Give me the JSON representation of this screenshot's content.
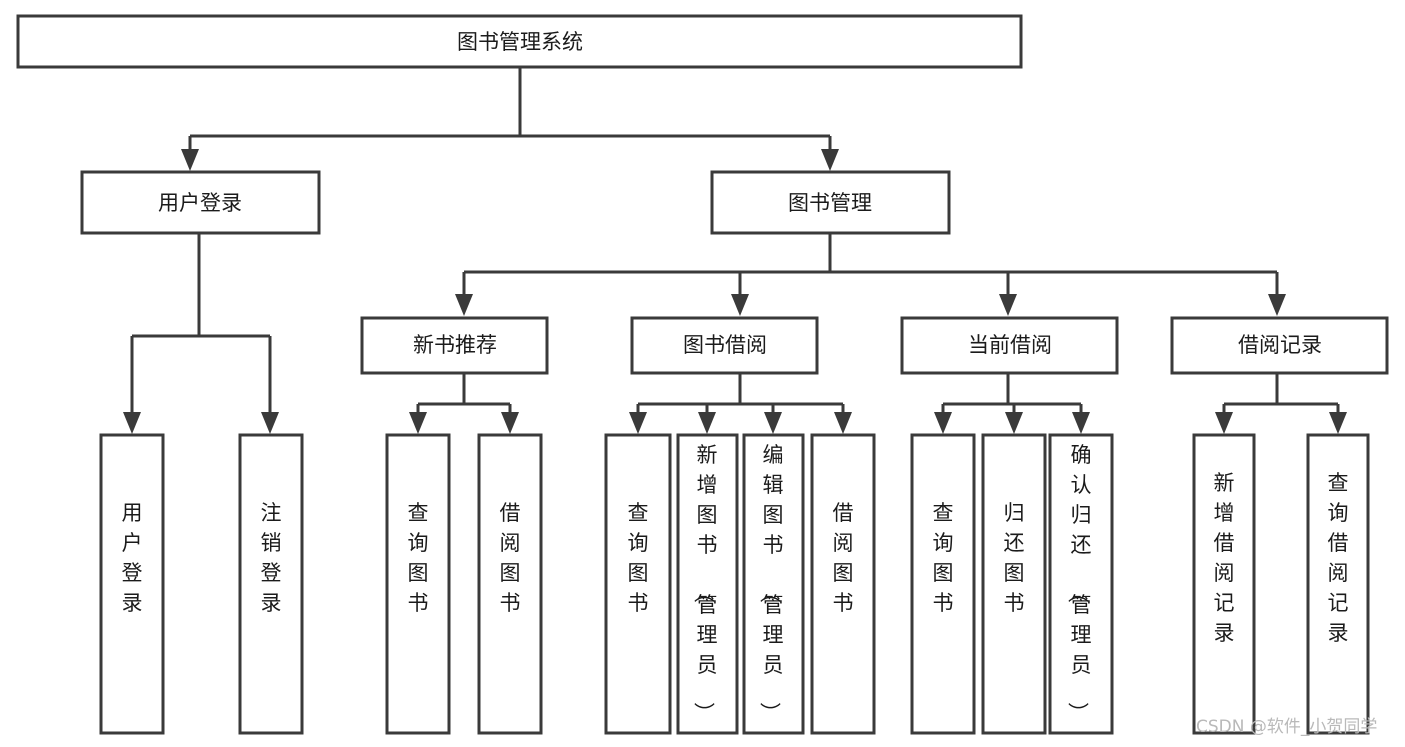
{
  "diagram": {
    "title": "图书管理系统",
    "type": "tree-hierarchy-diagram",
    "orientation": "top-down",
    "colors": {
      "box_stroke": "#3a3a3a",
      "box_fill": "#ffffff",
      "connector": "#3a3a3a",
      "text": "#1b1b1b",
      "background": "#ffffff",
      "watermark": "#b9b9b9"
    },
    "root": {
      "id": "root",
      "label": "图书管理系统",
      "orientation": "horizontal"
    },
    "level2": [
      {
        "id": "user-login",
        "label": "用户登录",
        "orientation": "horizontal"
      },
      {
        "id": "book-manage",
        "label": "图书管理",
        "orientation": "horizontal"
      }
    ],
    "level3": [
      {
        "id": "new-book-recommend",
        "label": "新书推荐",
        "orientation": "horizontal",
        "parent": "book-manage"
      },
      {
        "id": "book-borrow",
        "label": "图书借阅",
        "orientation": "horizontal",
        "parent": "book-manage"
      },
      {
        "id": "current-borrow",
        "label": "当前借阅",
        "orientation": "horizontal",
        "parent": "book-manage"
      },
      {
        "id": "borrow-record",
        "label": "借阅记录",
        "orientation": "horizontal",
        "parent": "book-manage"
      }
    ],
    "leaves": [
      {
        "id": "leaf-user-login",
        "label": "用户登录",
        "orientation": "vertical",
        "parent": "user-login"
      },
      {
        "id": "leaf-user-logout",
        "label": "注销登录",
        "orientation": "vertical",
        "parent": "user-login"
      },
      {
        "id": "leaf-query-book-1",
        "label": "查询图书",
        "orientation": "vertical",
        "parent": "new-book-recommend"
      },
      {
        "id": "leaf-borrow-book-1",
        "label": "借阅图书",
        "orientation": "vertical",
        "parent": "new-book-recommend"
      },
      {
        "id": "leaf-query-book-2",
        "label": "查询图书",
        "orientation": "vertical",
        "parent": "book-borrow"
      },
      {
        "id": "leaf-add-book",
        "label": "新增图书（管理员）",
        "orientation": "vertical",
        "parent": "book-borrow"
      },
      {
        "id": "leaf-edit-book",
        "label": "编辑图书（管理员）",
        "orientation": "vertical",
        "parent": "book-borrow"
      },
      {
        "id": "leaf-borrow-book-2",
        "label": "借阅图书",
        "orientation": "vertical",
        "parent": "book-borrow"
      },
      {
        "id": "leaf-query-book-3",
        "label": "查询图书",
        "orientation": "vertical",
        "parent": "current-borrow"
      },
      {
        "id": "leaf-return-book",
        "label": "归还图书",
        "orientation": "vertical",
        "parent": "current-borrow"
      },
      {
        "id": "leaf-confirm-return",
        "label": "确认归还（管理员）",
        "orientation": "vertical",
        "parent": "current-borrow"
      },
      {
        "id": "leaf-add-record",
        "label": "新增借阅记录",
        "orientation": "vertical",
        "parent": "borrow-record"
      },
      {
        "id": "leaf-query-record",
        "label": "查询借阅记录",
        "orientation": "vertical",
        "parent": "borrow-record"
      }
    ],
    "watermark": "CSDN @软件_小贺同学"
  }
}
